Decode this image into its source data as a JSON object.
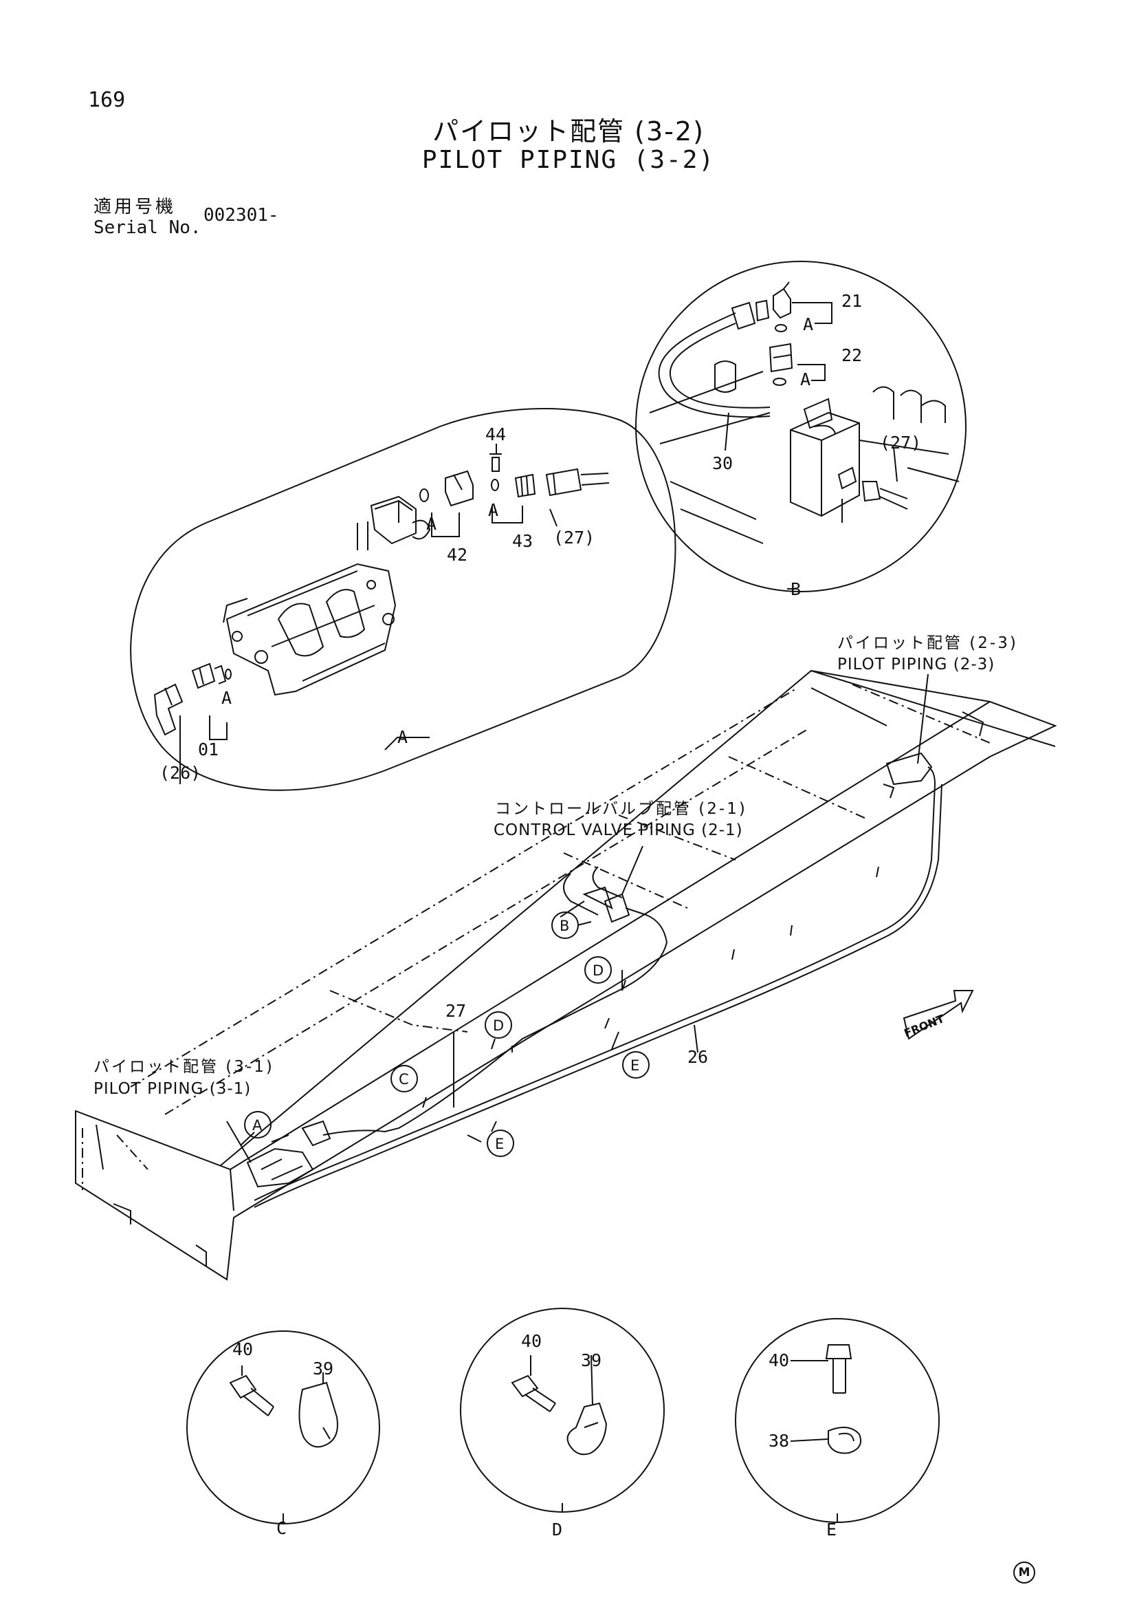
{
  "page": {
    "number": "169",
    "title_jp": "パイロット配管 (3-2)",
    "title_en": "PILOT PIPING (3-2)"
  },
  "serial": {
    "label_jp": "適用号機",
    "label_en": "Serial No.",
    "value": "002301-"
  },
  "detail_a": {
    "letter": "A",
    "parts": {
      "p44": "44",
      "p42": "42",
      "p43": "43",
      "p27": "(27)",
      "p01": "01",
      "p26": "(26)",
      "a1": "A",
      "a2": "A",
      "a3": "A"
    }
  },
  "detail_b": {
    "letter": "B",
    "parts": {
      "p21": "21",
      "p22": "22",
      "p30": "30",
      "p27": "(27)",
      "a1": "A",
      "a2": "A"
    }
  },
  "detail_c": {
    "letter": "C",
    "parts": {
      "p40": "40",
      "p39": "39"
    }
  },
  "detail_d": {
    "letter": "D",
    "parts": {
      "p40": "40",
      "p39": "39"
    }
  },
  "detail_e": {
    "letter": "E",
    "parts": {
      "p40": "40",
      "p38": "38"
    }
  },
  "refs": {
    "r23_jp": "パイロット配管 (2-3)",
    "r23_en": "PILOT PIPING (2-3)",
    "r21_jp": "コントロールバルブ配管 (2-1)",
    "r21_en": "CONTROL VALVE PIPING (2-1)",
    "r31_jp": "パイロット配管 (3-1)",
    "r31_en": "PILOT PIPING (3-1)"
  },
  "frame": {
    "p27": "27",
    "p26": "26",
    "front": "FRONT",
    "callouts": {
      "a": "A",
      "b": "B",
      "c": "C",
      "d1": "D",
      "d2": "D",
      "e1": "E",
      "e2": "E"
    }
  },
  "mark": "M"
}
